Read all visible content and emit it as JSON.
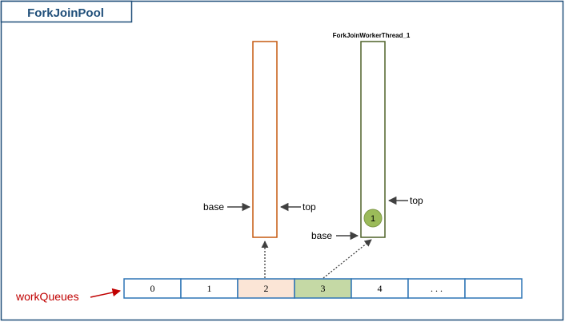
{
  "pool": {
    "title": "ForkJoinPool",
    "border_color": "#1f4e79",
    "title_color": "#1f4e79"
  },
  "queues": [
    {
      "label": "",
      "color": "#c55a11",
      "base_label": "base",
      "top_label": "top",
      "tasks": []
    },
    {
      "label": "ForkJoinWorkerThread_1",
      "color": "#4f6228",
      "base_label": "base",
      "top_label": "top",
      "tasks": [
        {
          "label": "1",
          "fill": "#9bbb59",
          "stroke": "#7f9a48"
        }
      ]
    }
  ],
  "work_queues": {
    "label": "workQueues",
    "label_color": "#c00000",
    "border_color": "#2e75b6",
    "cells": [
      {
        "label": "0",
        "fill": "#ffffff"
      },
      {
        "label": "1",
        "fill": "#ffffff"
      },
      {
        "label": "2",
        "fill": "#fbe5d6"
      },
      {
        "label": "3",
        "fill": "#c5d9a5"
      },
      {
        "label": "4",
        "fill": "#ffffff"
      },
      {
        "label": ". . .",
        "fill": "#ffffff"
      },
      {
        "label": "",
        "fill": "#ffffff"
      }
    ]
  },
  "colors": {
    "arrow": "#404040",
    "dotted_link": "#404040"
  }
}
